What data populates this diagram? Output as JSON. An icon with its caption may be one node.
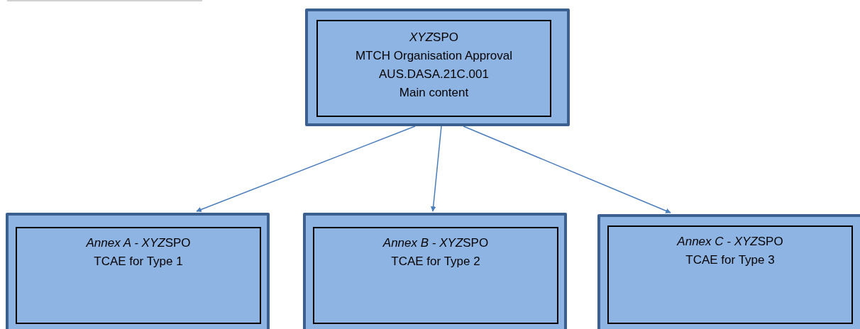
{
  "diagram": {
    "nodes": [
      {
        "text": [
          "XYZSPO",
          "MTCH Organisation Approval",
          "AUS.DASA.21C.001",
          "Main content"
        ]
      },
      {
        "text": [
          "Annex A - XYZSPO",
          "TCAE for Type 1"
        ]
      },
      {
        "text": [
          "Annex B - XYZSPO",
          "TCAE for Type 2"
        ]
      },
      {
        "text": [
          "Annex C - XYZSPO",
          "TCAE for Type 3"
        ]
      }
    ],
    "edges": [
      {
        "from": 0,
        "to": 1,
        "arrow": "to"
      },
      {
        "from": 0,
        "to": 2,
        "arrow": "to"
      },
      {
        "from": 0,
        "to": 3,
        "arrow": "to"
      }
    ]
  }
}
